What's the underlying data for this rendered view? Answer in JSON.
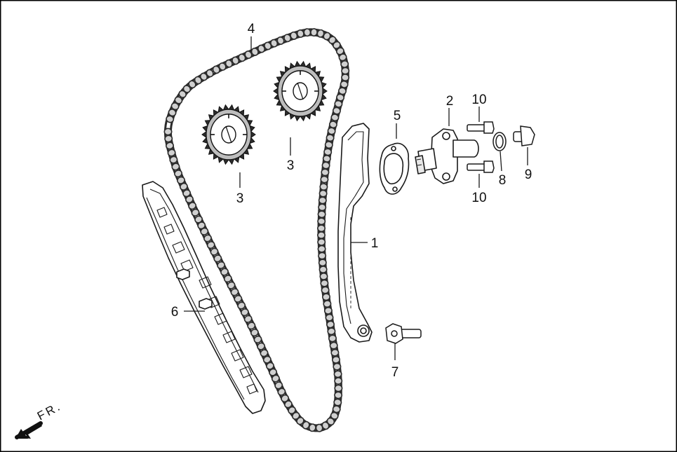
{
  "colors": {
    "ink": "#1a1a1a",
    "part_fill": "#ffffff",
    "chain_dark": "#2b2b2b",
    "chain_light": "#d0d0d0",
    "frame": "#000000"
  },
  "callouts": [
    {
      "id": "c4",
      "label": "4"
    },
    {
      "id": "c3a",
      "label": "3"
    },
    {
      "id": "c3b",
      "label": "3"
    },
    {
      "id": "c5",
      "label": "5"
    },
    {
      "id": "c2",
      "label": "2"
    },
    {
      "id": "c10a",
      "label": "10"
    },
    {
      "id": "c10b",
      "label": "10"
    },
    {
      "id": "c8",
      "label": "8"
    },
    {
      "id": "c9",
      "label": "9"
    },
    {
      "id": "c1",
      "label": "1"
    },
    {
      "id": "c6",
      "label": "6"
    },
    {
      "id": "c7",
      "label": "7"
    }
  ],
  "direction": {
    "label": "FR.",
    "icon": "front-direction-arrow-icon"
  },
  "parts": {
    "chain": "timing-chain",
    "sprockets": "camshaft-sprocket",
    "tensioner_guide": "chain-tensioner-guide",
    "front_guide": "chain-guide",
    "tensioner": "chain-tensioner-lifter",
    "gasket": "tensioner-gasket",
    "bolt": "flange-bolt",
    "washer": "sealing-washer",
    "plug": "tensioner-plug",
    "pivot_bolt": "pivot-bolt"
  }
}
